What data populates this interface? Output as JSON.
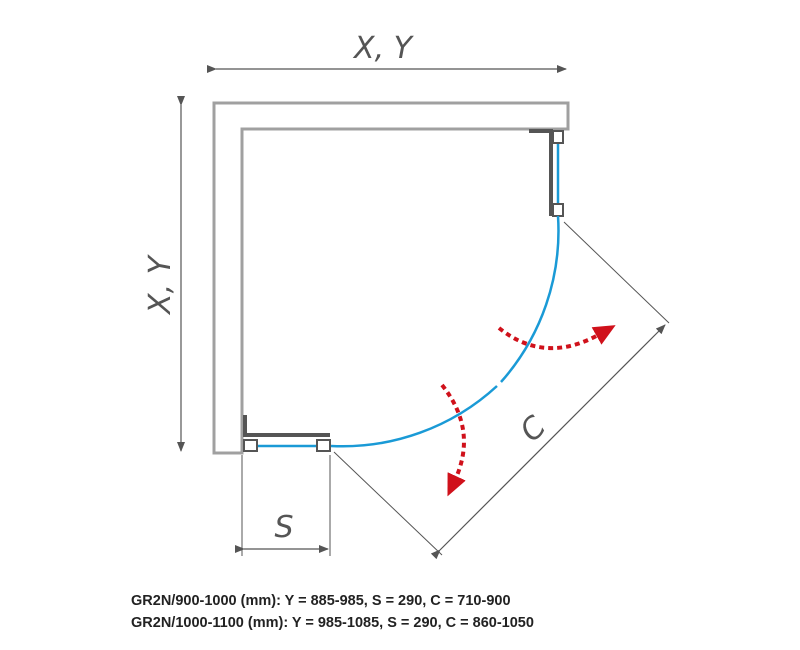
{
  "diagram": {
    "dimension_labels": {
      "top": "X, Y",
      "left": "X, Y",
      "bottom": "S",
      "diagonal": "C"
    },
    "colors": {
      "glass": "#1a9ad6",
      "profile": "#555555",
      "wall": "#a0a0a0",
      "door_swing": "#d0111b"
    }
  },
  "specs": [
    "GR2N/900-1000 (mm): Y = 885-985, S = 290, C = 710-900",
    "GR2N/1000-1100 (mm): Y = 985-1085, S = 290, C = 860-1050"
  ]
}
